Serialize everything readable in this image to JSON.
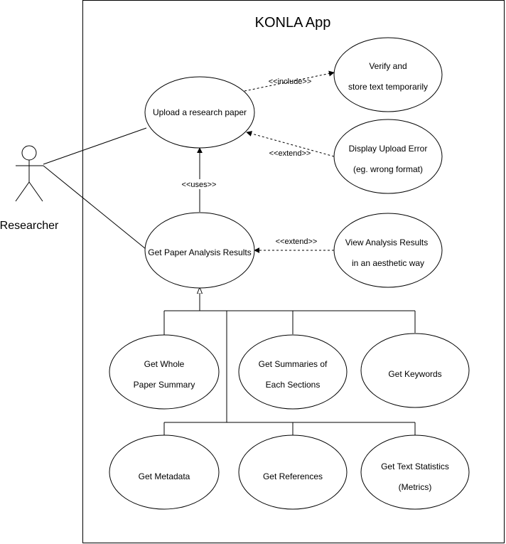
{
  "system": {
    "title": "KONLA App"
  },
  "actor": {
    "name": "Researcher"
  },
  "use_cases": {
    "upload": {
      "line1": "Upload a research paper"
    },
    "verify": {
      "line1": "Verify and",
      "line2": "store text temporarily"
    },
    "error": {
      "line1": "Display Upload Error",
      "line2": "(eg. wrong format)"
    },
    "analysis": {
      "line1": "Get Paper Analysis Results"
    },
    "view": {
      "line1": "View Analysis Results",
      "line2": "in an aesthetic way"
    },
    "whole_summary": {
      "line1": "Get Whole",
      "line2": "Paper Summary"
    },
    "section_summaries": {
      "line1": "Get Summaries of",
      "line2": "Each Sections"
    },
    "keywords": {
      "line1": "Get Keywords"
    },
    "metadata": {
      "line1": "Get Metadata"
    },
    "references": {
      "line1": "Get References"
    },
    "statistics": {
      "line1": "Get Text Statistics",
      "line2": "(Metrics)"
    }
  },
  "relations": {
    "include": "<<include>>",
    "extend_error": "<<extend>>",
    "uses": "<<uses>>",
    "extend_view": "<<extend>>"
  }
}
